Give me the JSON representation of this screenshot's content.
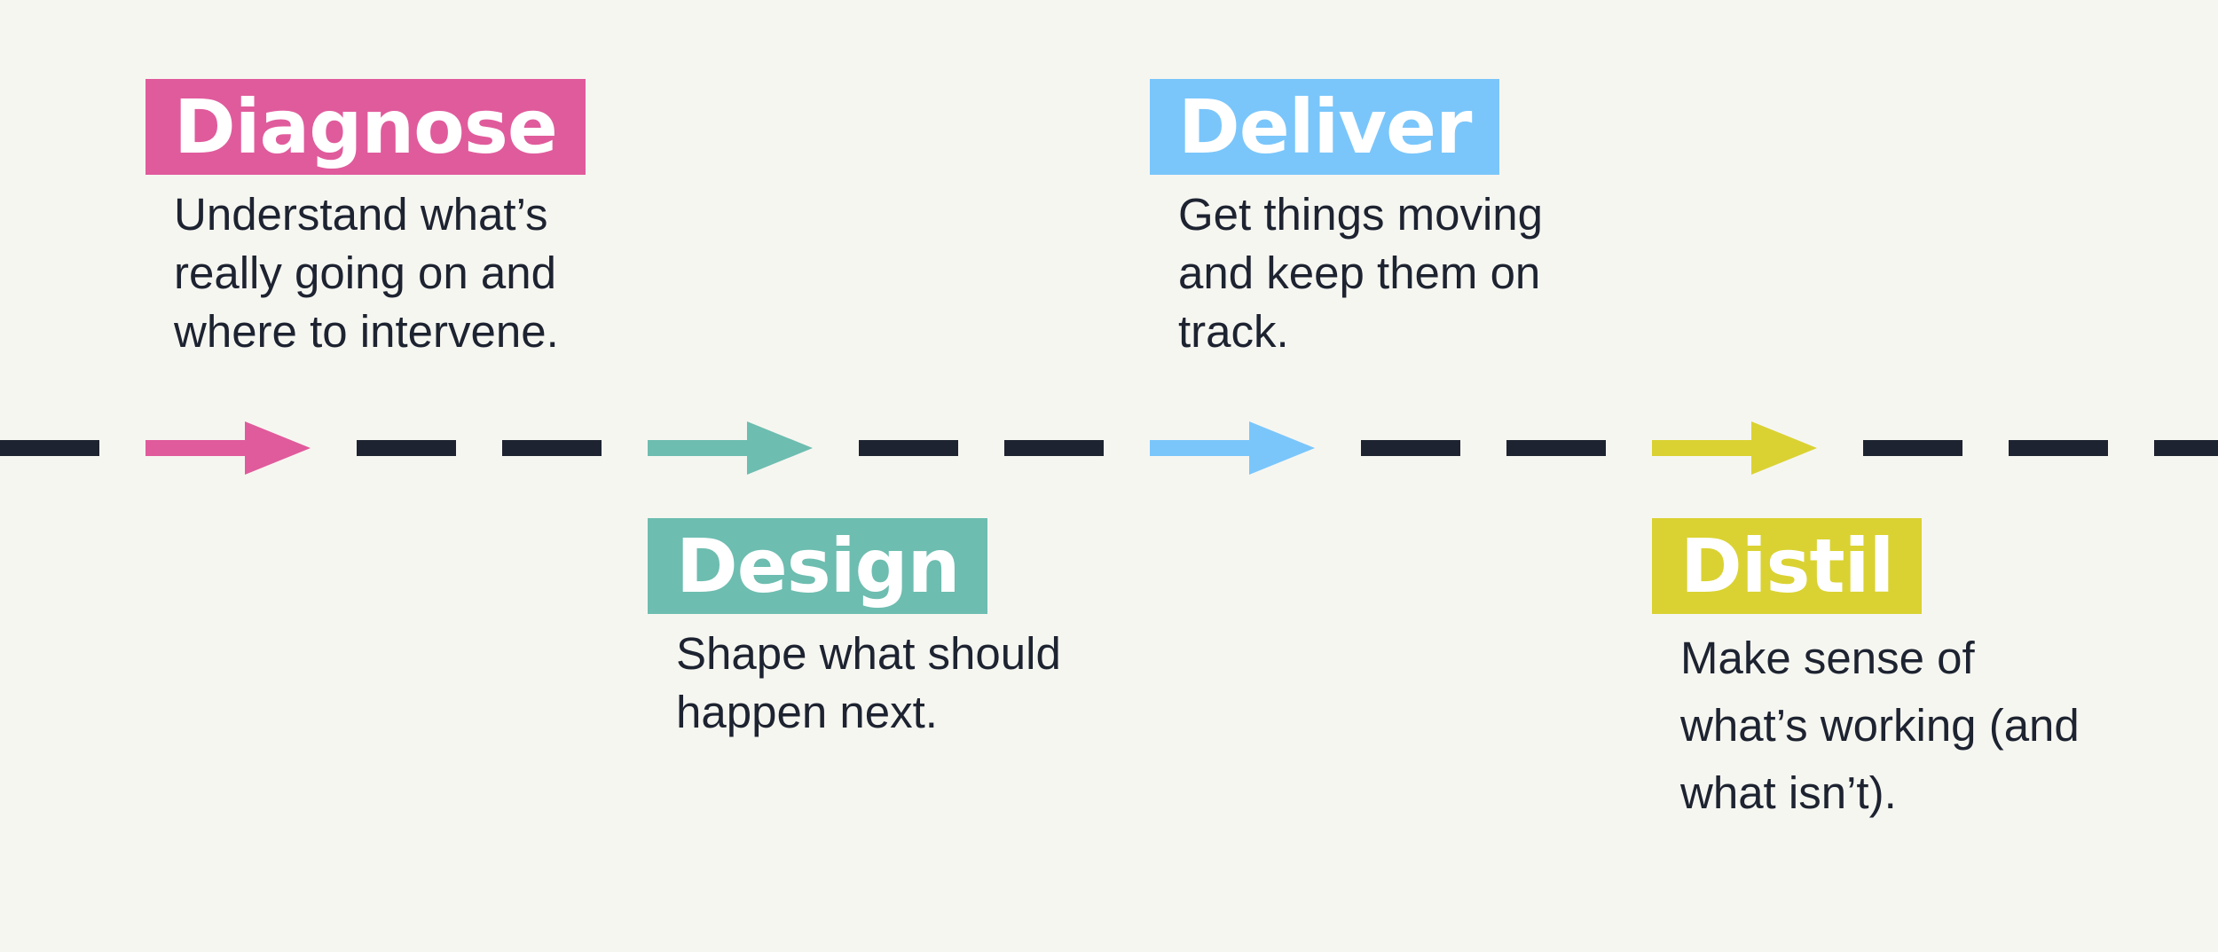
{
  "colors": {
    "background": "#f6f6f1",
    "dash": "#1d2330",
    "text": "#1d2330",
    "diagnose": "#e05b9c",
    "design": "#6dbdb0",
    "deliver": "#7ac6fb",
    "distil": "#dad232"
  },
  "steps": [
    {
      "id": "diagnose",
      "title": "Diagnose",
      "description": "Understand what’s really going on and where to intervene."
    },
    {
      "id": "design",
      "title": "Design",
      "description": "Shape what should happen next."
    },
    {
      "id": "deliver",
      "title": "Deliver",
      "description": "Get things moving and keep them on track."
    },
    {
      "id": "distil",
      "title": "Distil",
      "description": "Make sense of what’s working (and what isn’t)."
    }
  ]
}
